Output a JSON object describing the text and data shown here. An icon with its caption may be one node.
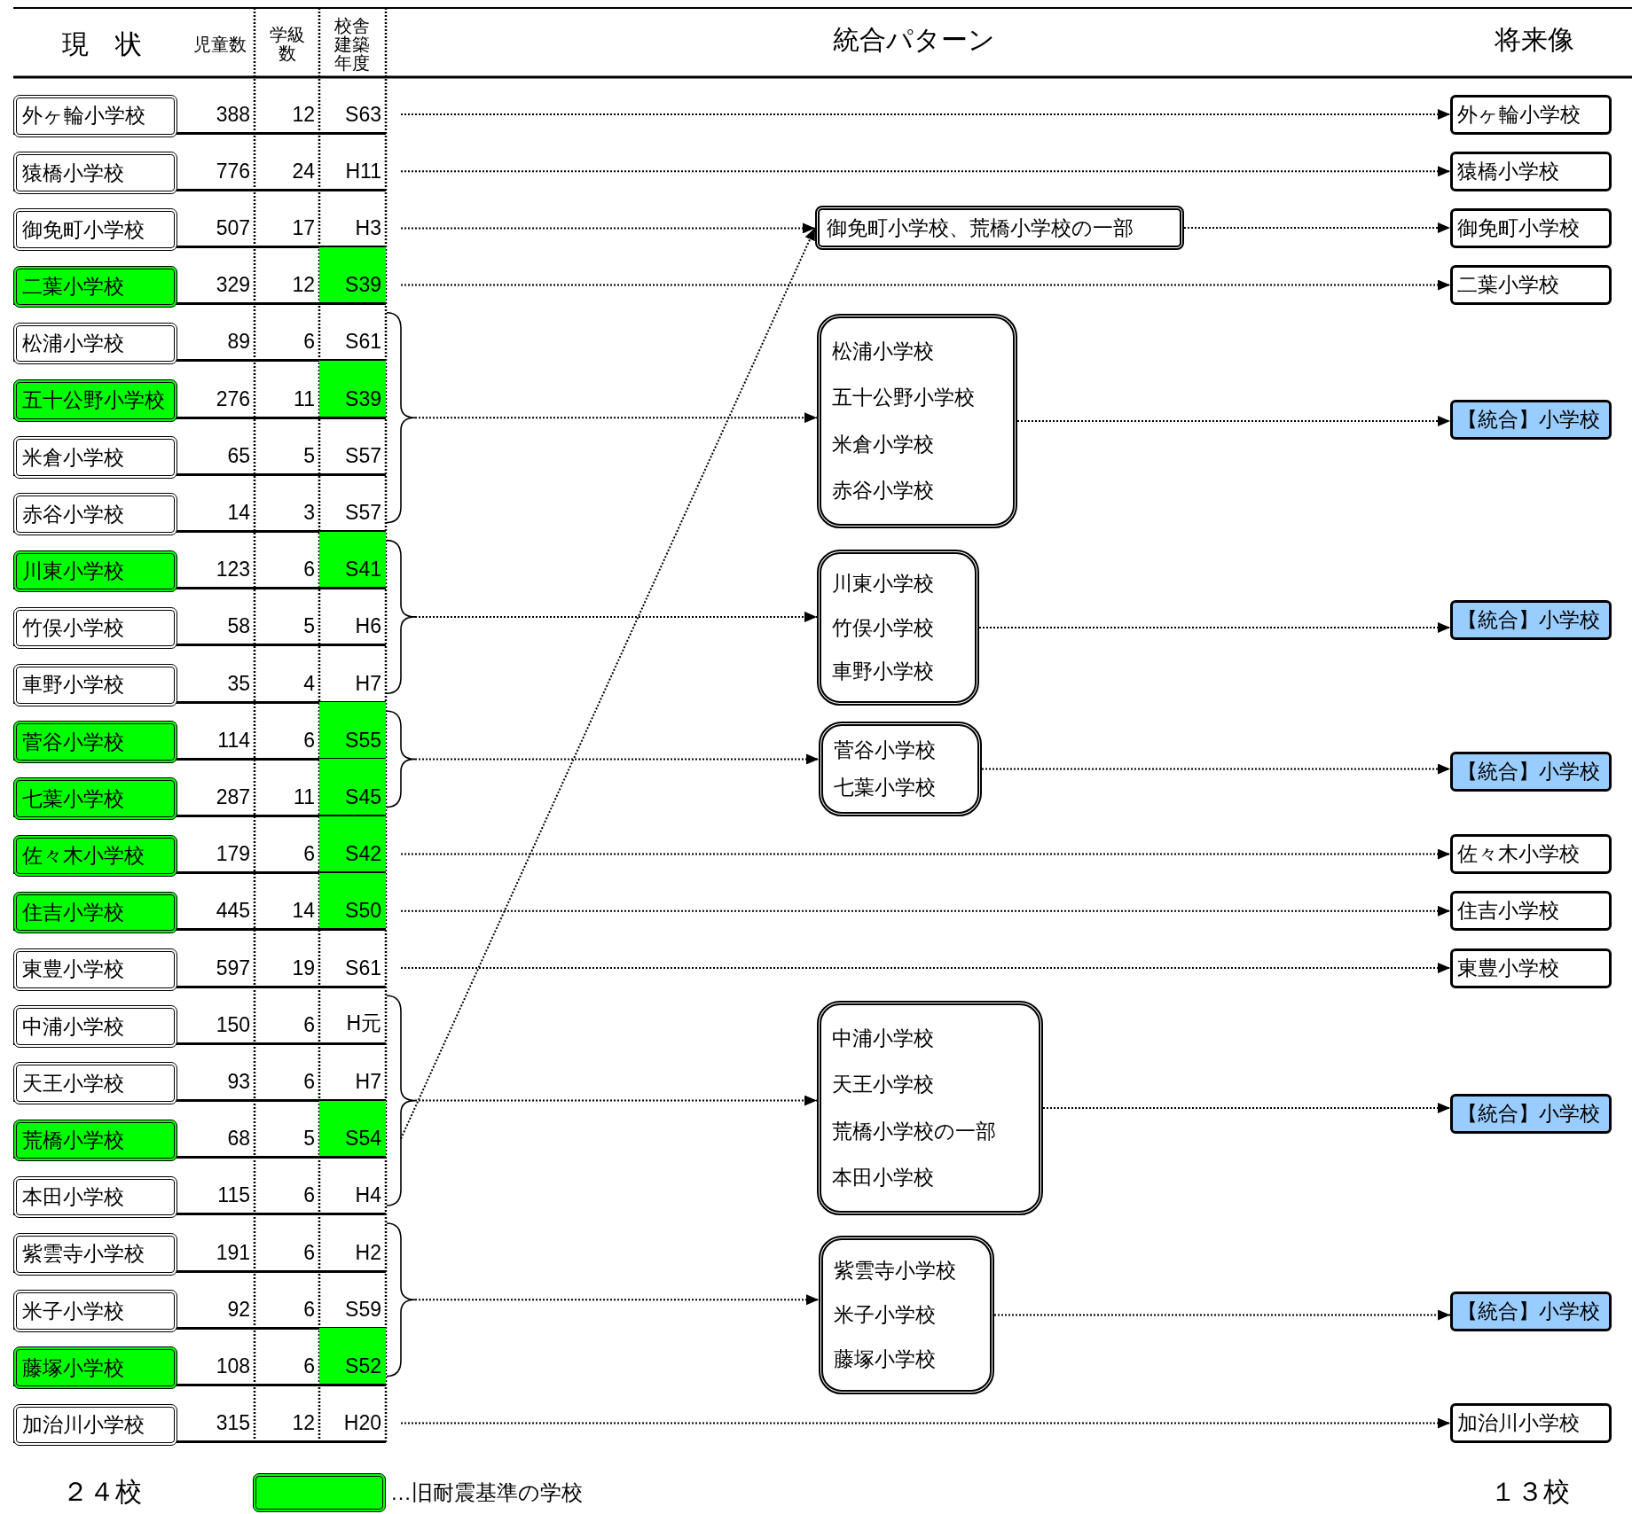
{
  "diagram": {
    "nodes": [
      {
        "text": [
          "外ヶ輪小学校",
          "388",
          "12",
          "S63"
        ]
      },
      {
        "text": [
          "猿橋小学校",
          "776",
          "24",
          "H11"
        ]
      },
      {
        "text": [
          "御免町小学校",
          "507",
          "17",
          "H3"
        ]
      },
      {
        "text": [
          "二葉小学校",
          "329",
          "12",
          "S39"
        ]
      },
      {
        "text": [
          "松浦小学校",
          "89",
          "6",
          "S61"
        ]
      },
      {
        "text": [
          "五十公野小学校",
          "276",
          "11",
          "S39"
        ]
      },
      {
        "text": [
          "米倉小学校",
          "65",
          "5",
          "S57"
        ]
      },
      {
        "text": [
          "赤谷小学校",
          "14",
          "3",
          "S57"
        ]
      },
      {
        "text": [
          "川東小学校",
          "123",
          "6",
          "S41"
        ]
      },
      {
        "text": [
          "竹俣小学校",
          "58",
          "5",
          "H6"
        ]
      },
      {
        "text": [
          "車野小学校",
          "35",
          "4",
          "H7"
        ]
      },
      {
        "text": [
          "菅谷小学校",
          "114",
          "6",
          "S55"
        ]
      },
      {
        "text": [
          "七葉小学校",
          "287",
          "11",
          "S45"
        ]
      },
      {
        "text": [
          "佐々木小学校",
          "179",
          "6",
          "S42"
        ]
      },
      {
        "text": [
          "住吉小学校",
          "445",
          "14",
          "S50"
        ]
      },
      {
        "text": [
          "東豊小学校",
          "597",
          "19",
          "S61"
        ]
      },
      {
        "text": [
          "中浦小学校",
          "150",
          "6",
          "H元"
        ]
      },
      {
        "text": [
          "天王小学校",
          "93",
          "6",
          "H7"
        ]
      },
      {
        "text": [
          "荒橋小学校",
          "68",
          "5",
          "S54"
        ]
      },
      {
        "text": [
          "本田小学校",
          "115",
          "6",
          "H4"
        ]
      },
      {
        "text": [
          "紫雲寺小学校",
          "191",
          "6",
          "H2"
        ]
      },
      {
        "text": [
          "米子小学校",
          "92",
          "6",
          "S59"
        ]
      },
      {
        "text": [
          "藤塚小学校",
          "108",
          "6",
          "S52"
        ]
      },
      {
        "text": [
          "加治川小学校",
          "315",
          "12",
          "H20"
        ]
      },
      {
        "text": [
          "御免町小学校、荒橋小学校の一部"
        ]
      },
      {
        "text": [
          "松浦小学校",
          "五十公野小学校",
          "米倉小学校",
          "赤谷小学校"
        ]
      },
      {
        "text": [
          "川東小学校",
          "竹俣小学校",
          "車野小学校"
        ]
      },
      {
        "text": [
          "菅谷小学校",
          "七葉小学校"
        ]
      },
      {
        "text": [
          "中浦小学校",
          "天王小学校",
          "荒橋小学校の一部",
          "本田小学校"
        ]
      },
      {
        "text": [
          "紫雲寺小学校",
          "米子小学校",
          "藤塚小学校"
        ]
      },
      {
        "text": [
          "外ヶ輪小学校"
        ]
      },
      {
        "text": [
          "猿橋小学校"
        ]
      },
      {
        "text": [
          "御免町小学校"
        ]
      },
      {
        "text": [
          "二葉小学校"
        ]
      },
      {
        "text": [
          "【統合】小学校"
        ]
      },
      {
        "text": [
          "【統合】小学校"
        ]
      },
      {
        "text": [
          "【統合】小学校"
        ]
      },
      {
        "text": [
          "佐々木小学校"
        ]
      },
      {
        "text": [
          "住吉小学校"
        ]
      },
      {
        "text": [
          "東豊小学校"
        ]
      },
      {
        "text": [
          "【統合】小学校"
        ]
      },
      {
        "text": [
          "【統合】小学校"
        ]
      },
      {
        "text": [
          "加治川小学校"
        ]
      }
    ],
    "edges": [
      {
        "from": 0,
        "to": 30,
        "arrow": "to"
      },
      {
        "from": 1,
        "to": 31,
        "arrow": "to"
      },
      {
        "from": 2,
        "to": 24,
        "arrow": "to"
      },
      {
        "from": 18,
        "to": 24,
        "arrow": "to"
      },
      {
        "from": 24,
        "to": 32,
        "arrow": "to"
      },
      {
        "from": 3,
        "to": 33,
        "arrow": "to"
      },
      {
        "from": 4,
        "to": 25,
        "arrow": "to"
      },
      {
        "from": 5,
        "to": 25,
        "arrow": "to"
      },
      {
        "from": 6,
        "to": 25,
        "arrow": "to"
      },
      {
        "from": 7,
        "to": 25,
        "arrow": "to"
      },
      {
        "from": 25,
        "to": 34,
        "arrow": "to"
      },
      {
        "from": 8,
        "to": 26,
        "arrow": "to"
      },
      {
        "from": 9,
        "to": 26,
        "arrow": "to"
      },
      {
        "from": 10,
        "to": 26,
        "arrow": "to"
      },
      {
        "from": 26,
        "to": 35,
        "arrow": "to"
      },
      {
        "from": 11,
        "to": 27,
        "arrow": "to"
      },
      {
        "from": 12,
        "to": 27,
        "arrow": "to"
      },
      {
        "from": 27,
        "to": 36,
        "arrow": "to"
      },
      {
        "from": 13,
        "to": 37,
        "arrow": "to"
      },
      {
        "from": 14,
        "to": 38,
        "arrow": "to"
      },
      {
        "from": 15,
        "to": 39,
        "arrow": "to"
      },
      {
        "from": 16,
        "to": 28,
        "arrow": "to"
      },
      {
        "from": 17,
        "to": 28,
        "arrow": "to"
      },
      {
        "from": 18,
        "to": 28,
        "arrow": "to"
      },
      {
        "from": 19,
        "to": 28,
        "arrow": "to"
      },
      {
        "from": 28,
        "to": 40,
        "arrow": "to"
      },
      {
        "from": 20,
        "to": 29,
        "arrow": "to"
      },
      {
        "from": 21,
        "to": 29,
        "arrow": "to"
      },
      {
        "from": 22,
        "to": 29,
        "arrow": "to"
      },
      {
        "from": 29,
        "to": 41,
        "arrow": "to"
      },
      {
        "from": 23,
        "to": 42,
        "arrow": "to"
      }
    ],
    "labels": [
      "現　状",
      "児童数",
      "学級数",
      "校舎建築年度",
      "統合パターン",
      "将来像",
      "２４校",
      "１３校"
    ],
    "legend": [
      {
        "text": "…旧耐震基準の学校",
        "color": "#00ff00"
      }
    ]
  }
}
